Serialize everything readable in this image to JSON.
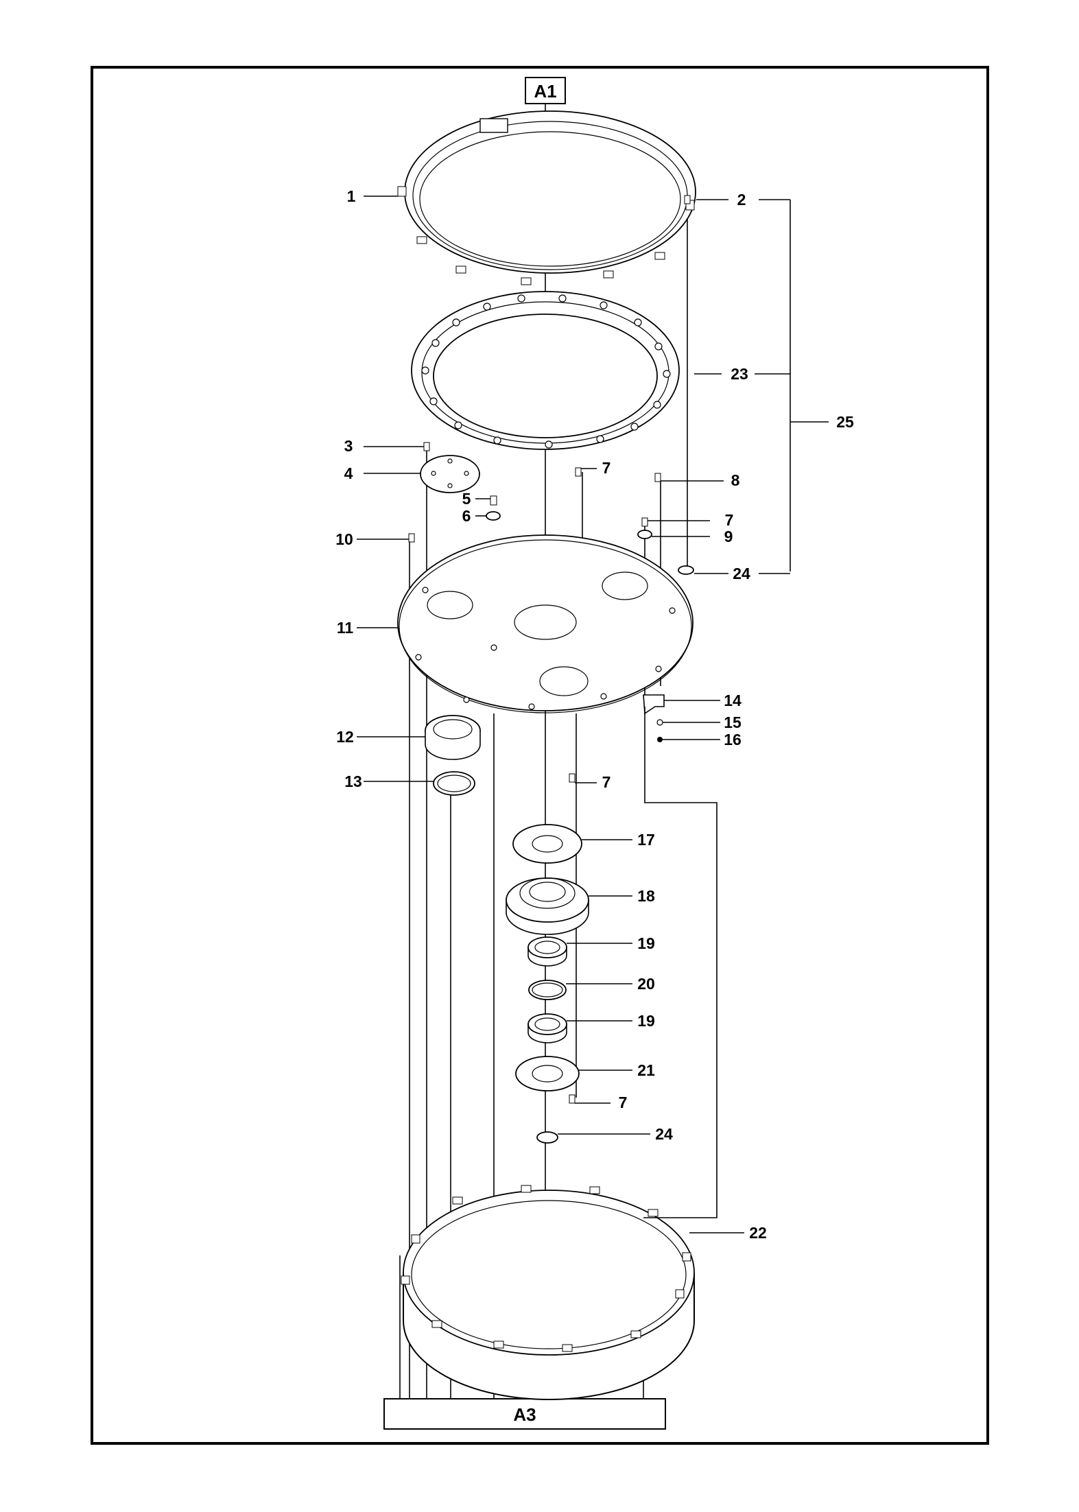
{
  "references": {
    "top": "A1",
    "bottom": "A3"
  },
  "callouts": [
    {
      "id": "c1",
      "text": "1"
    },
    {
      "id": "c2",
      "text": "2"
    },
    {
      "id": "c3",
      "text": "3"
    },
    {
      "id": "c4",
      "text": "4"
    },
    {
      "id": "c5",
      "text": "5"
    },
    {
      "id": "c6",
      "text": "6"
    },
    {
      "id": "c7a",
      "text": "7"
    },
    {
      "id": "c7b",
      "text": "7"
    },
    {
      "id": "c7c",
      "text": "7"
    },
    {
      "id": "c7d",
      "text": "7"
    },
    {
      "id": "c8",
      "text": "8"
    },
    {
      "id": "c9",
      "text": "9"
    },
    {
      "id": "c10",
      "text": "10"
    },
    {
      "id": "c11",
      "text": "11"
    },
    {
      "id": "c12",
      "text": "12"
    },
    {
      "id": "c13",
      "text": "13"
    },
    {
      "id": "c14",
      "text": "14"
    },
    {
      "id": "c15",
      "text": "15"
    },
    {
      "id": "c16",
      "text": "16"
    },
    {
      "id": "c17",
      "text": "17"
    },
    {
      "id": "c18",
      "text": "18"
    },
    {
      "id": "c19a",
      "text": "19"
    },
    {
      "id": "c19b",
      "text": "19"
    },
    {
      "id": "c20",
      "text": "20"
    },
    {
      "id": "c21",
      "text": "21"
    },
    {
      "id": "c22",
      "text": "22"
    },
    {
      "id": "c23",
      "text": "23"
    },
    {
      "id": "c24a",
      "text": "24"
    },
    {
      "id": "c24b",
      "text": "24"
    },
    {
      "id": "c25",
      "text": "25"
    }
  ]
}
